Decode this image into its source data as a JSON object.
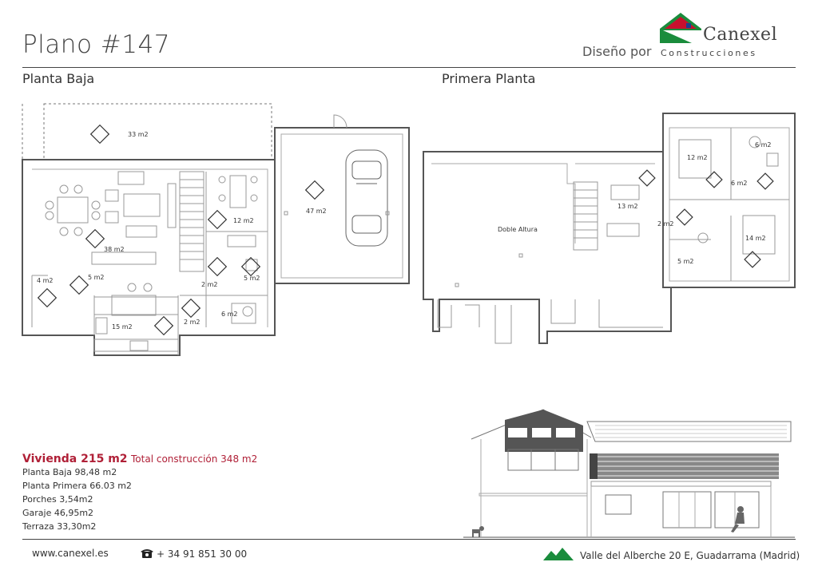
{
  "header": {
    "title": "Plano #147",
    "designed_by": "Diseño por",
    "brand_name": "Canexel",
    "brand_sub": "Construcciones",
    "accent_red": "#c8102e",
    "accent_green": "#1a8c3c",
    "accent_blue": "#1f3d8f"
  },
  "plans": {
    "ground_label": "Planta Baja",
    "first_label": "Primera Planta",
    "ground_rooms": [
      "33 m2",
      "47 m2",
      "12 m2",
      "38 m2",
      "5 m2",
      "4 m2",
      "2 m2",
      "5 m2",
      "15 m2",
      "2 m2",
      "6 m2"
    ],
    "first_rooms": [
      "12 m2",
      "6 m2",
      "6 m2",
      "13 m2",
      "2 m2",
      "14 m2",
      "5 m2",
      "Doble Altura"
    ]
  },
  "specs": {
    "headline_bold": "Vivienda 215 m2",
    "headline_rest": "Total construcción 348 m2",
    "lines": [
      "Planta Baja 98,48 m2",
      "Planta Primera 66.03 m2",
      "Porches 3,54m2",
      "Garaje 46,95m2",
      "Terraza 33,30m2"
    ]
  },
  "footer": {
    "website": "www.canexel.es",
    "phone": "+ 34 91 851 30 00",
    "address": "Valle del Alberche 20 E, Guadarrama (Madrid)",
    "phone_icon": "phone-icon",
    "location_icon": "landscape-icon"
  }
}
